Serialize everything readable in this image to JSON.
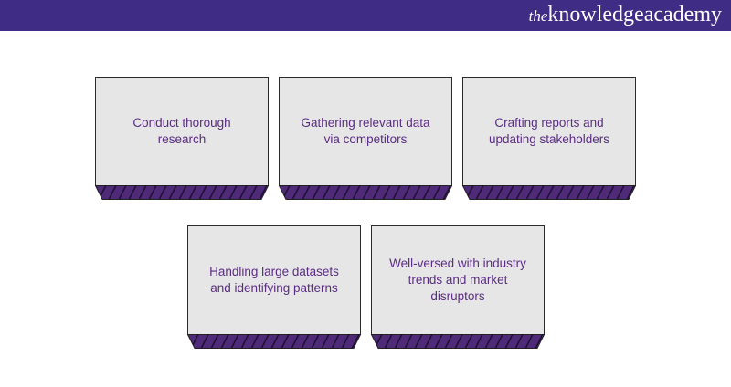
{
  "header": {
    "logo_prefix": "the",
    "logo_main": "knowledgeacademy"
  },
  "colors": {
    "header": "#3f2c85",
    "text": "#5b2c83",
    "stripe": "#4e2a78",
    "card": "#e6e6e6"
  },
  "cards": [
    {
      "label": "Conduct thorough research"
    },
    {
      "label": "Gathering relevant data via competitors"
    },
    {
      "label": "Crafting reports and updating stakeholders"
    },
    {
      "label": "Handling large datasets and identifying patterns"
    },
    {
      "label": "Well-versed with industry trends and market disruptors"
    }
  ]
}
